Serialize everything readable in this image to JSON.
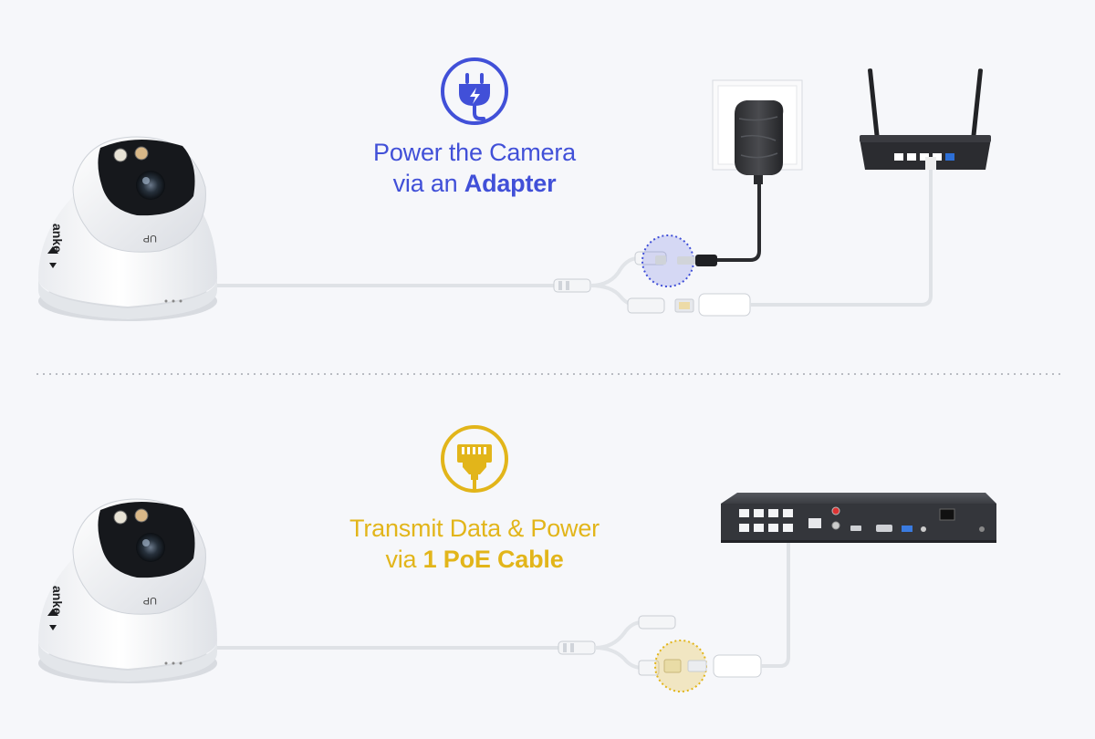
{
  "colors": {
    "adapter_blue": "#4150d8",
    "poe_yellow": "#e2b51a",
    "background": "#f6f7fa"
  },
  "top_section": {
    "icon": "power-plug-icon",
    "caption_line1": "Power the Camera",
    "caption_line2_prefix": "via an ",
    "caption_line2_bold": "Adapter"
  },
  "bottom_section": {
    "icon": "ethernet-port-icon",
    "caption_line1": "Transmit Data & Power",
    "caption_line2_prefix": "via ",
    "caption_line2_bold": "1 PoE Cable"
  },
  "camera": {
    "brand": "anke",
    "label": "UP"
  }
}
